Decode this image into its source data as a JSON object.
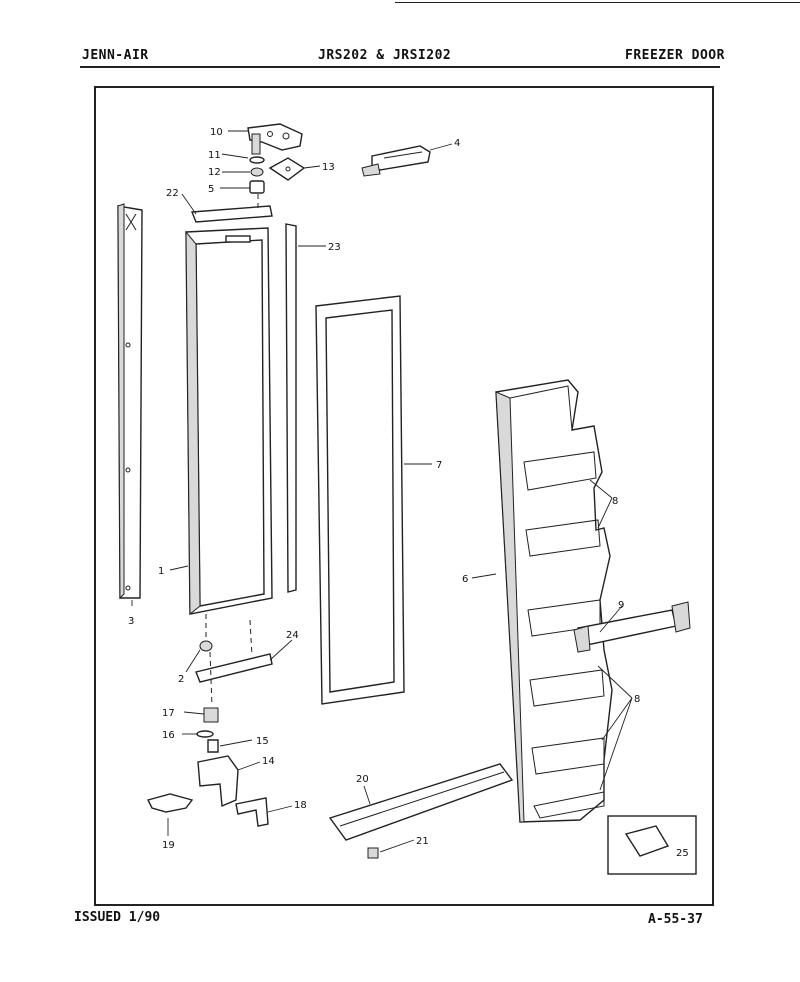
{
  "header": {
    "brand": "JENN-AIR",
    "model": "JRS202 & JRSI202",
    "section": "FREEZER DOOR"
  },
  "footer": {
    "issued": "ISSUED 1/90",
    "page_code": "A-55-37"
  },
  "callouts": {
    "c1": "1",
    "c2": "2",
    "c3": "3",
    "c4": "4",
    "c5": "5",
    "c6": "6",
    "c7": "7",
    "c8a": "8",
    "c8b": "8",
    "c9": "9",
    "c10": "10",
    "c11": "11",
    "c12": "12",
    "c13": "13",
    "c14": "14",
    "c15": "15",
    "c16": "16",
    "c17": "17",
    "c18": "18",
    "c19": "19",
    "c20": "20",
    "c21": "21",
    "c22": "22",
    "c23": "23",
    "c24": "24",
    "c25": "25"
  }
}
